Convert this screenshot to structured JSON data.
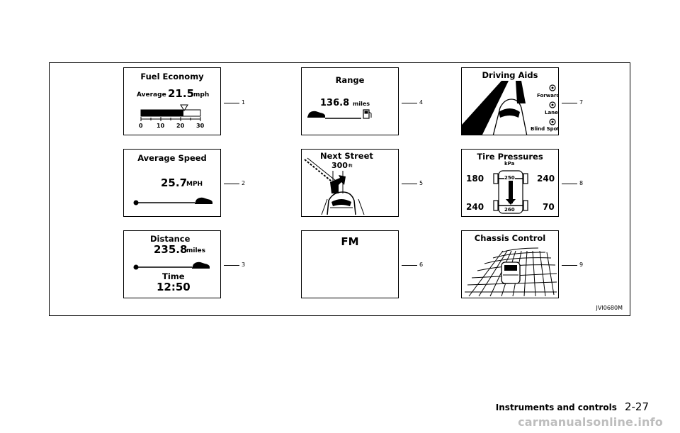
{
  "panels": {
    "fuel": {
      "title": "Fuel Economy",
      "label": "Average",
      "value": "21.5",
      "unit": "mph",
      "ticks": [
        "0",
        "10",
        "20",
        "30"
      ]
    },
    "avgspeed": {
      "title": "Average Speed",
      "value": "25.7",
      "unit": "MPH"
    },
    "distance": {
      "title": "Distance",
      "value": "235.8",
      "unit": "miles",
      "time_label": "Time",
      "time_value": "12:50"
    },
    "range": {
      "title": "Range",
      "value": "136.8",
      "unit": "miles"
    },
    "nextstreet": {
      "title": "Next Street",
      "value": "300",
      "unit": "ft"
    },
    "fm": {
      "title": "FM"
    },
    "drivingaids": {
      "title": "Driving Aids",
      "items": [
        "Forward",
        "Lane",
        "Blind Spot"
      ]
    },
    "tire": {
      "title": "Tire Pressures",
      "unit": "kPa",
      "fl": "180",
      "fr": "240",
      "rl": "240",
      "rr": "70",
      "center_top": "250",
      "center_bottom": "260"
    },
    "chassis": {
      "title": "Chassis Control"
    }
  },
  "callouts": [
    "1",
    "2",
    "3",
    "4",
    "5",
    "6",
    "7",
    "8",
    "9"
  ],
  "figure_id": "JVI0680M",
  "footer": {
    "section": "Instruments and controls",
    "page": "2-27"
  },
  "watermark": "carmanualsonline.info"
}
